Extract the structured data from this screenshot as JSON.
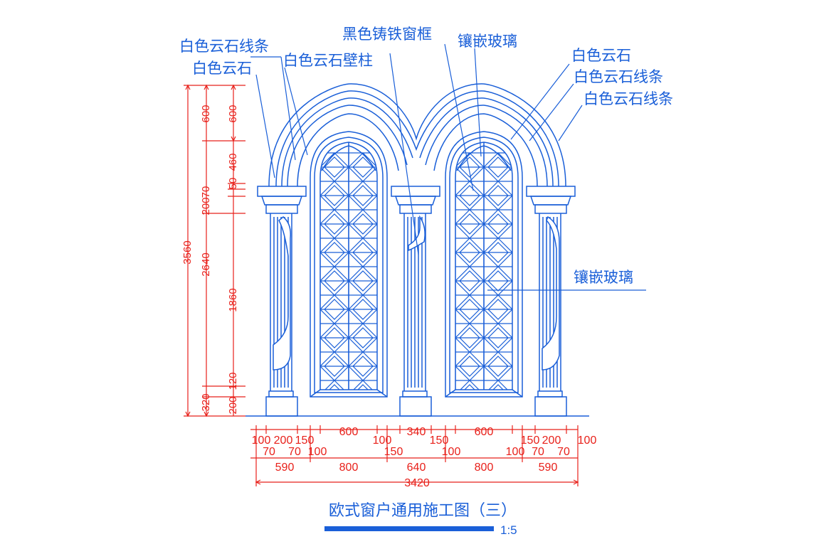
{
  "colors": {
    "drawing": "#1a5fd8",
    "dimension": "#e8201a",
    "background": "#ffffff"
  },
  "labels": {
    "marble_molding_1": "白色云石线条",
    "marble_1": "白色云石",
    "marble_pilaster": "白色云石壁柱",
    "iron_frame": "黑色铸铁窗框",
    "stained_glass_top": "镶嵌玻璃",
    "marble_right": "白色云石",
    "marble_molding_right_1": "白色云石线条",
    "marble_molding_right_2": "白色云石线条",
    "stained_glass_right": "镶嵌玻璃"
  },
  "vertical_dims": {
    "overall": "3560",
    "middle": "2640",
    "top_left": "600",
    "top_right": "600",
    "arch": "460",
    "cap_50": "50",
    "cap_70": "70",
    "cap_200": "200",
    "shaft": "1860",
    "base_120": "120",
    "base_320": "320",
    "base_200": "200"
  },
  "horizontal_dims": {
    "row1": [
      "100",
      "200",
      "150",
      "600",
      "100",
      "340",
      "150",
      "600",
      "150",
      "200",
      "100"
    ],
    "row2": [
      "70",
      "70",
      "100",
      "150",
      "100",
      "100",
      "70",
      "70"
    ],
    "row3": [
      "590",
      "800",
      "640",
      "800",
      "590"
    ],
    "total": "3420"
  },
  "title": "欧式窗户通用施工图（三）",
  "scale": "1:5"
}
